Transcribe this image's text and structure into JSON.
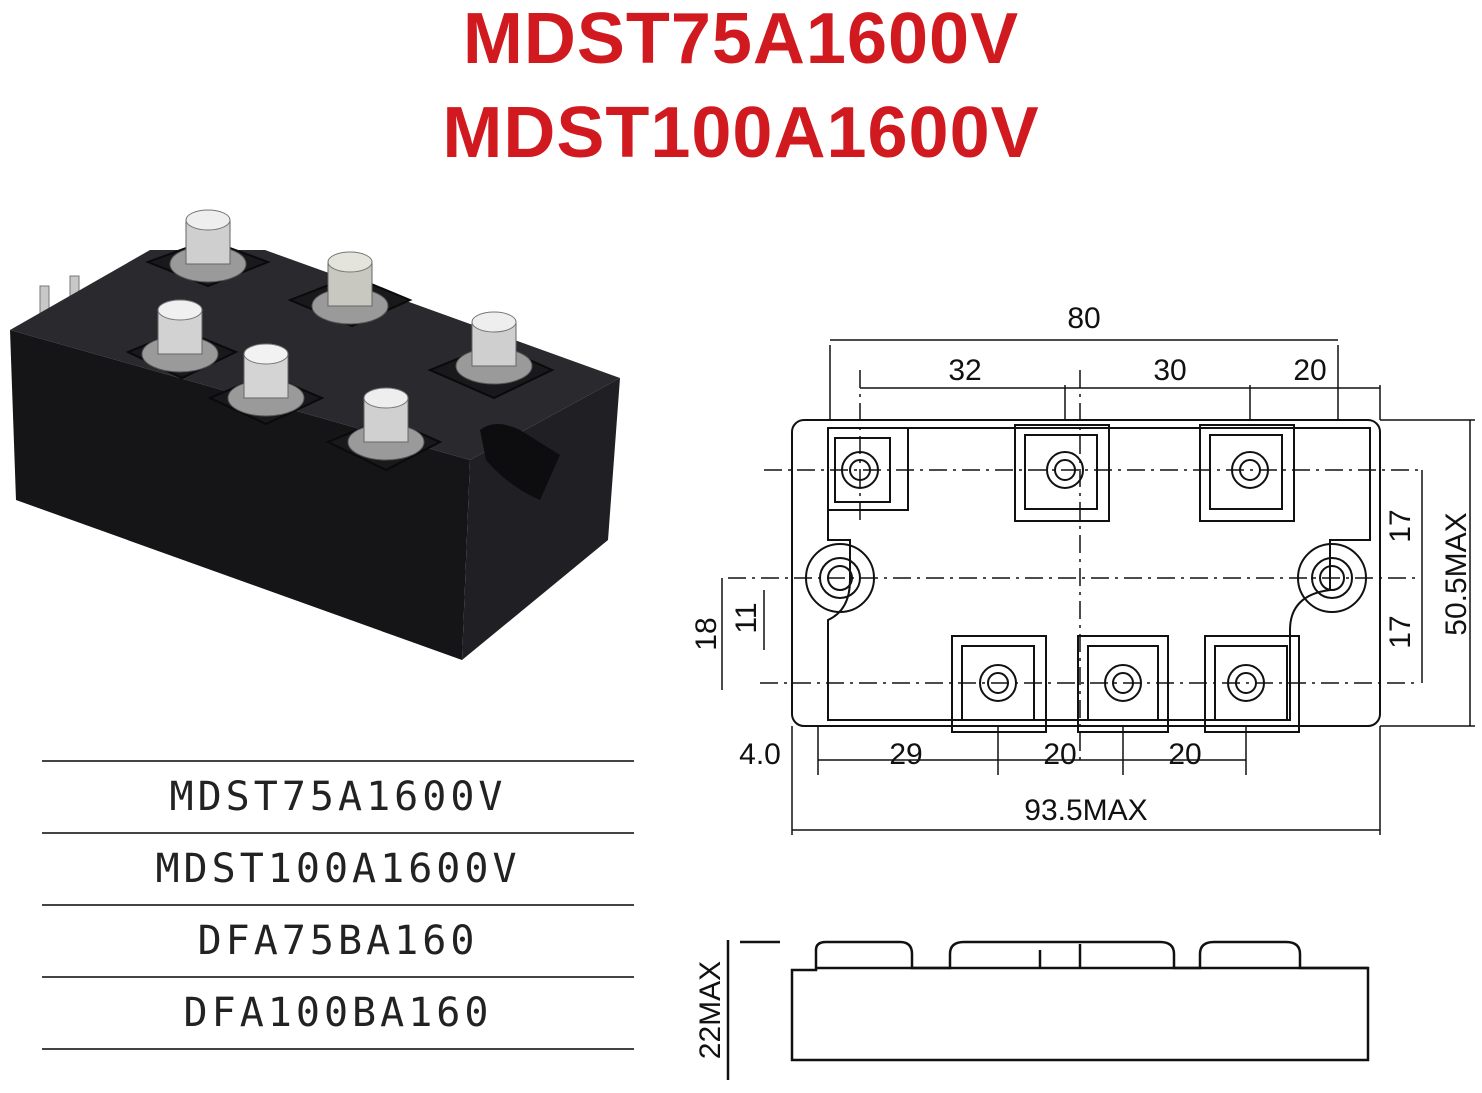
{
  "header": {
    "title_line1": "MDST75A1600V",
    "title_line2": "MDST100A1600V"
  },
  "part_numbers": [
    "MDST75A1600V",
    "MDST100A1600V",
    "DFA75BA160",
    "DFA100BA160"
  ],
  "top_view_dims": {
    "overall_pitch": "80",
    "top_left_spacing": "32",
    "top_mid_spacing": "30",
    "top_right_spacing": "20",
    "right_upper": "17",
    "right_lower": "17",
    "height_max": "50.5MAX",
    "left_outer": "18",
    "left_inner": "11",
    "bottom_offset": "4.0",
    "bottom_first": "29",
    "bottom_second": "20",
    "bottom_third": "20",
    "width_max": "93.5MAX"
  },
  "side_view_dims": {
    "height_max": "22MAX"
  },
  "colors": {
    "title_red": "#d11a1f",
    "module_body": "#1c1c1f"
  }
}
